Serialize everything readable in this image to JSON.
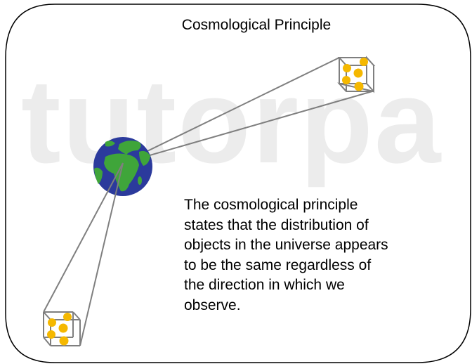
{
  "watermark": "tutorpa",
  "title": "Cosmological Principle",
  "description_lines": [
    "The cosmological principle",
    "states that the distribution of",
    "objects in the universe appears",
    "to be the same regardless of",
    "the direction in which we",
    "observe."
  ],
  "colors": {
    "frame": "#000000",
    "lines": "#7f7f7f",
    "ocean": "#2b3a9c",
    "land": "#3fa53a",
    "galaxy_dots": "#f5b800",
    "watermark": "#ececec"
  },
  "icons": [
    "earth-icon",
    "galaxy-cube-icon"
  ]
}
